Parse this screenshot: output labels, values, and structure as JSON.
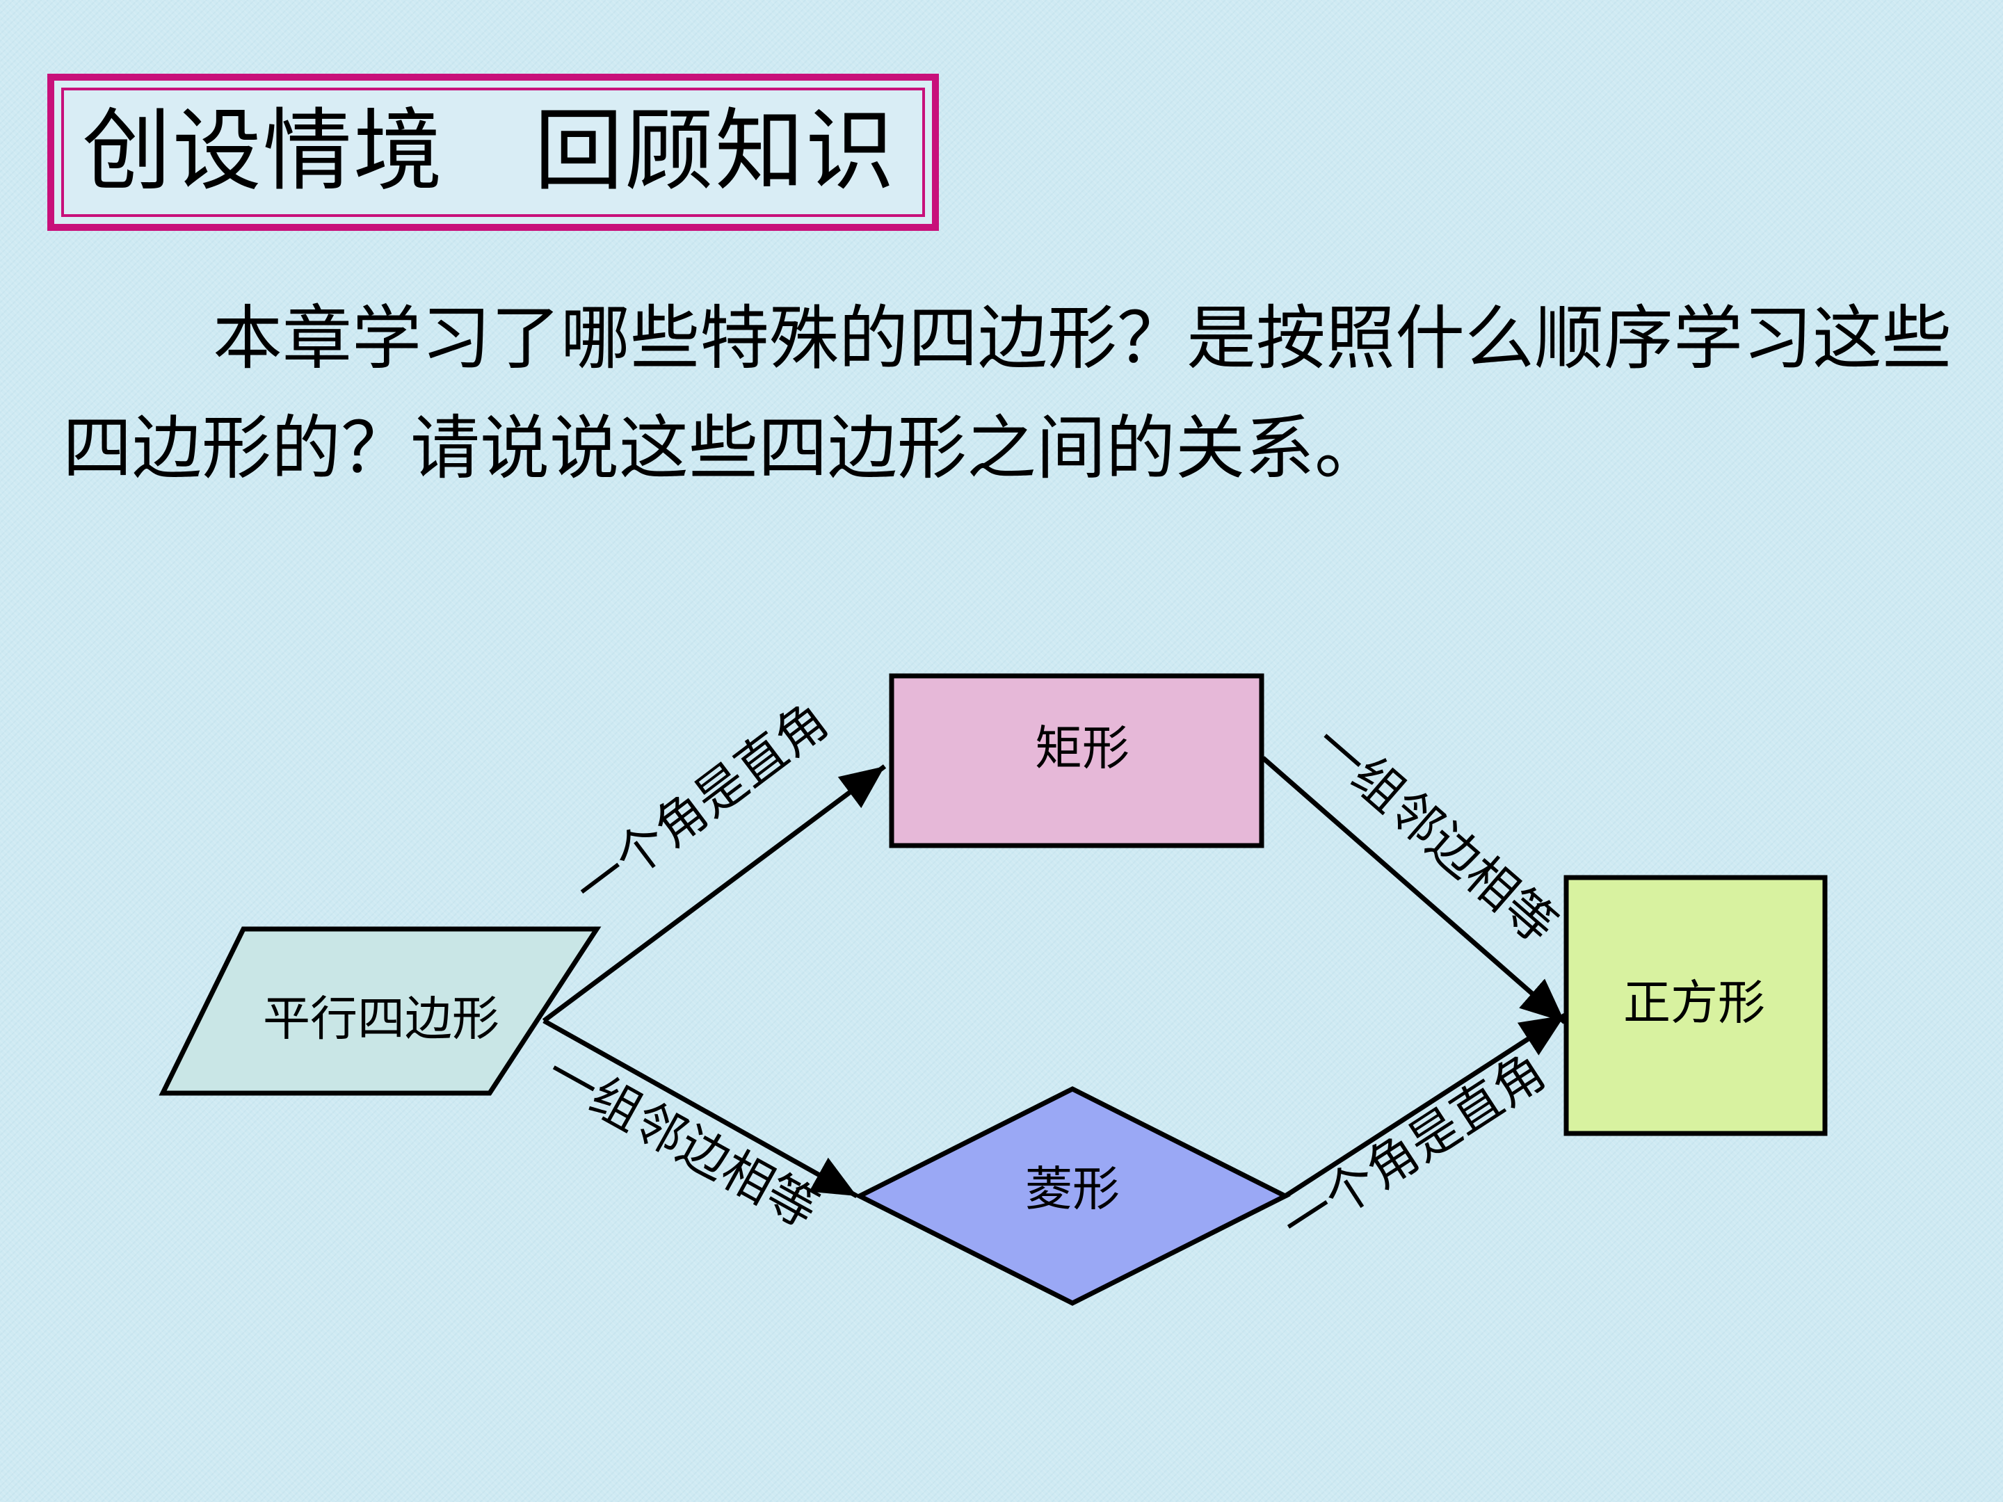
{
  "title": "创设情境　回顾知识",
  "question": "本章学习了哪些特殊的四边形？是按照什么顺序学习这些四边形的？请说说这些四边形之间的关系。",
  "diagram": {
    "nodes": {
      "parallelogram": "平行四边形",
      "rectangle": "矩形",
      "rhombus": "菱形",
      "square": "正方形"
    },
    "edges": {
      "parallelogram_to_rectangle": "一个角是直角",
      "parallelogram_to_rhombus": "一组邻边相等",
      "rectangle_to_square": "一组邻边相等",
      "rhombus_to_square": "一个角是直角"
    }
  },
  "colors": {
    "background": "#cfeaf3",
    "title_border": "#c8107a",
    "parallelogram_fill": "#c9e6e6",
    "rectangle_fill": "#e6b8d8",
    "rhombus_fill": "#9aa8f5",
    "square_fill": "#d8f2a0"
  }
}
